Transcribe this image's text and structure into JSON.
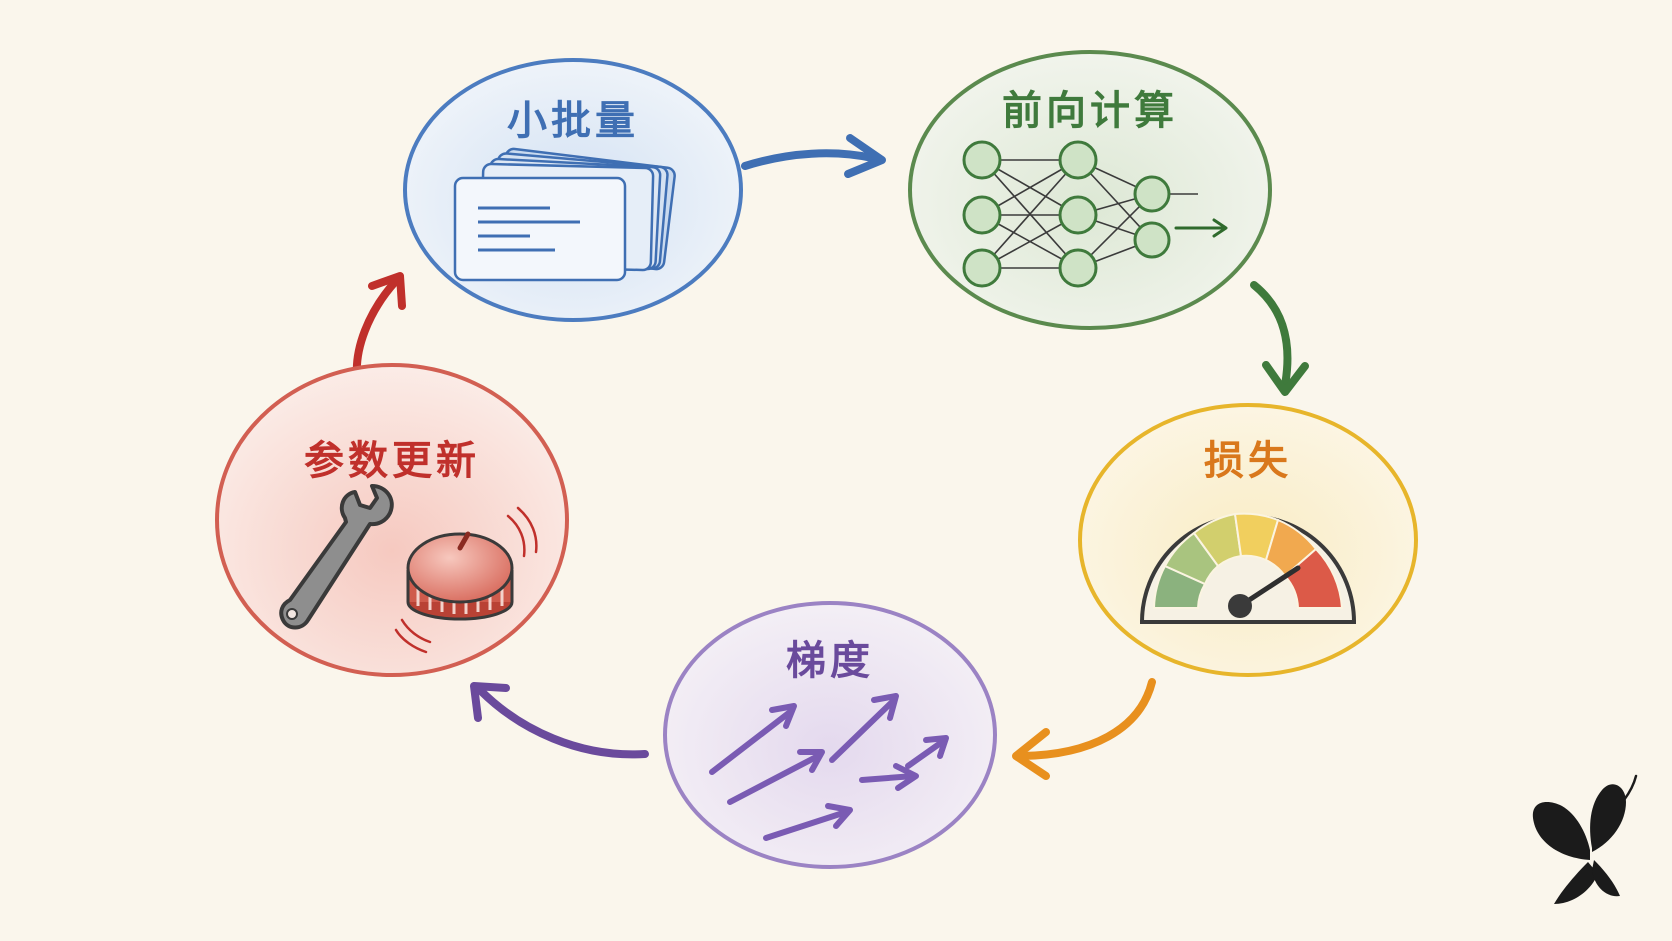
{
  "nodes": {
    "minibatch": {
      "label": "小批量",
      "color": "#3f6fb3"
    },
    "forward": {
      "label": "前向计算",
      "color": "#3f7a3c"
    },
    "loss": {
      "label": "损失",
      "color": "#d9781c"
    },
    "gradient": {
      "label": "梯度",
      "color": "#6a4a9c"
    },
    "update": {
      "label": "参数更新",
      "color": "#c0302b"
    }
  },
  "colors": {
    "background": "#faf6ec",
    "minibatch_fill": "#e3ecf7",
    "forward_fill": "#e8efe2",
    "loss_fill": "#fbf1d6",
    "gradient_fill": "#eee7f3",
    "update_fill": "#f7dcd6"
  },
  "icons": {
    "minibatch": "card-stack-icon",
    "forward": "neural-network-icon",
    "loss": "gauge-meter-icon",
    "gradient": "gradient-arrows-icon",
    "update": "wrench-and-knob-icon",
    "brand": "butterfly-logo-icon"
  }
}
